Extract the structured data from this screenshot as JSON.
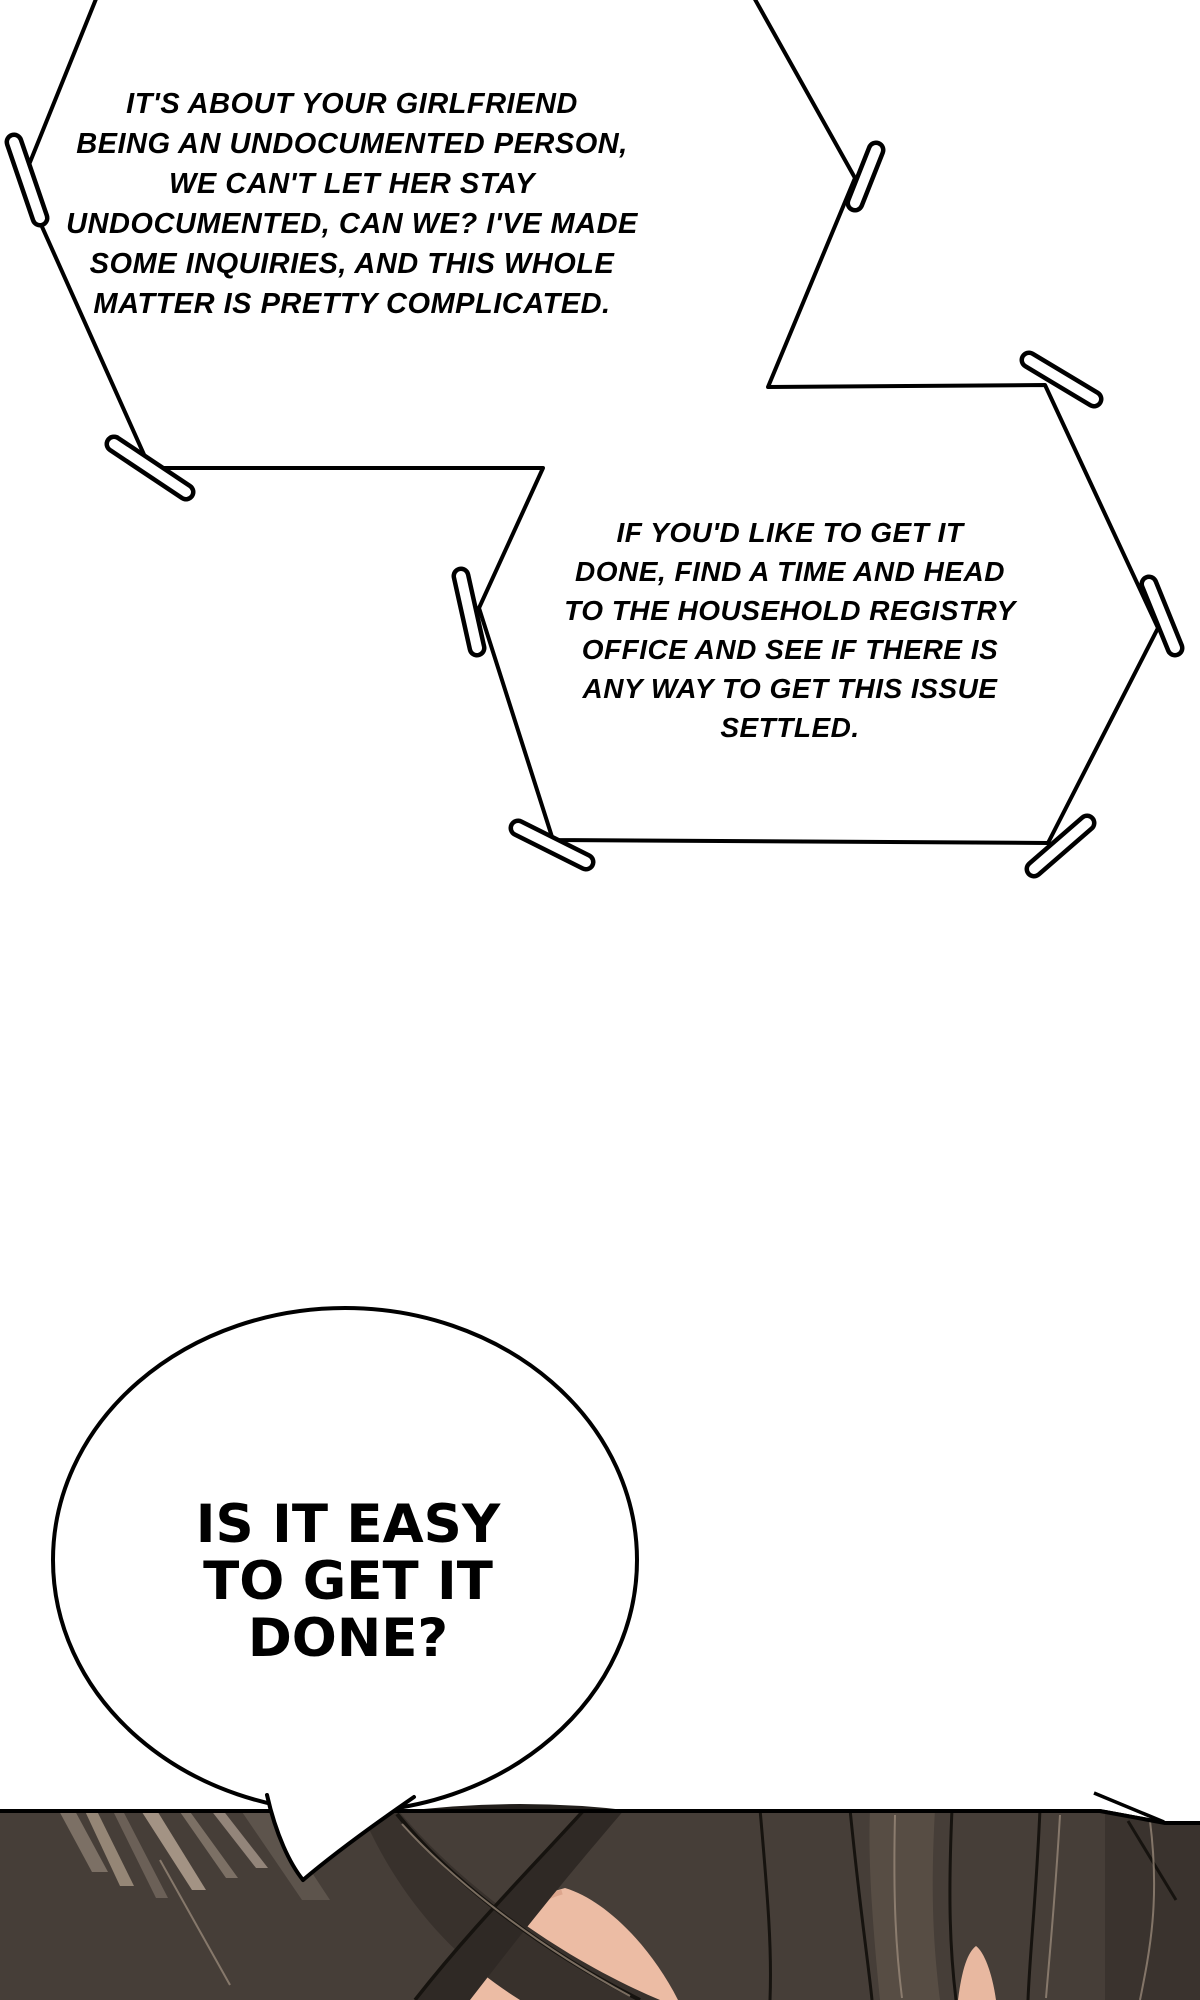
{
  "page": {
    "kind": "comic-panel",
    "paper_color": "#ffffff",
    "ink_color": "#000000"
  },
  "bubbles": {
    "hex1": {
      "shape": "stitched-hexagon",
      "lines": [
        "IT'S ABOUT YOUR GIRLFRIEND",
        "BEING AN UNDOCUMENTED PERSON,",
        "WE CAN'T LET HER STAY",
        "UNDOCUMENTED, CAN WE? I'VE MADE",
        "SOME INQUIRIES, AND THIS WHOLE",
        "MATTER IS PRETTY COMPLICATED."
      ]
    },
    "hex2": {
      "shape": "stitched-hexagon",
      "lines": [
        "IF YOU'D LIKE TO GET IT",
        "DONE, FIND A TIME AND HEAD",
        "TO THE HOUSEHOLD REGISTRY",
        "OFFICE AND SEE IF THERE IS",
        "ANY WAY TO GET THIS ISSUE",
        "SETTLED."
      ]
    },
    "oval": {
      "shape": "ellipse-with-tail",
      "lines": [
        "IS IT EASY",
        "TO GET IT",
        "DONE?"
      ]
    }
  },
  "artwork": {
    "label": "close-up of top of character's head, long dark hair over forehead",
    "colors": {
      "hair_base": "#463E38",
      "hair_dark": "#2F2925",
      "hair_darkline": "#16130F",
      "hair_light": "#958676",
      "hair_light2": "#5A5047",
      "hair_highlight": "#9C8C7C",
      "skin": "#ECBCA4",
      "skin_shadow": "#D4977F"
    }
  }
}
